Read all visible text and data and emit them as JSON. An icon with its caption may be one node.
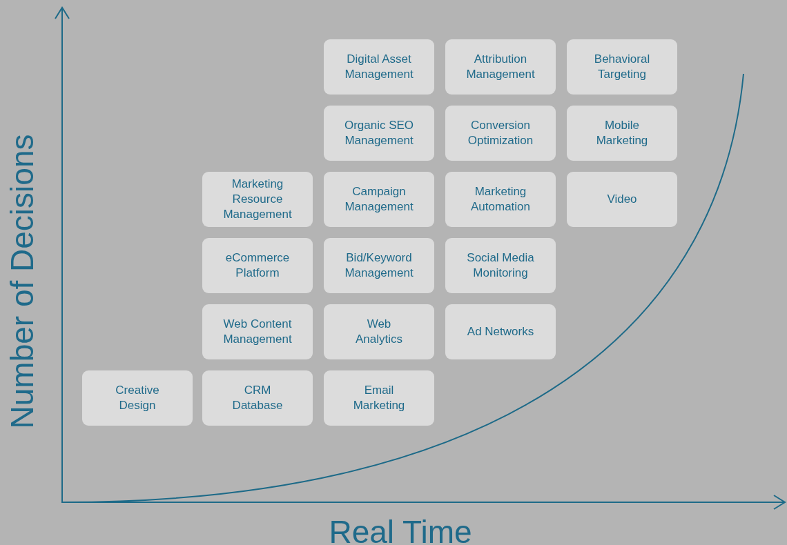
{
  "diagram": {
    "nodes": [
      {
        "text": [
          "Digital Asset Management"
        ]
      },
      {
        "text": [
          "Attribution Management"
        ]
      },
      {
        "text": [
          "Behavioral Targeting"
        ]
      },
      {
        "text": [
          "Organic SEO Management"
        ]
      },
      {
        "text": [
          "Conversion Optimization"
        ]
      },
      {
        "text": [
          "Mobile Marketing"
        ]
      },
      {
        "text": [
          "Marketing Resource Management"
        ]
      },
      {
        "text": [
          "Campaign Management"
        ]
      },
      {
        "text": [
          "Marketing Automation"
        ]
      },
      {
        "text": [
          "Video"
        ]
      },
      {
        "text": [
          "eCommerce Platform"
        ]
      },
      {
        "text": [
          "Bid/Keyword Management"
        ]
      },
      {
        "text": [
          "Social Media Monitoring"
        ]
      },
      {
        "text": [
          "Web Content Management"
        ]
      },
      {
        "text": [
          "Web Analytics"
        ]
      },
      {
        "text": [
          "Ad Networks"
        ]
      },
      {
        "text": [
          "Creative Design"
        ]
      },
      {
        "text": [
          "CRM Database"
        ]
      },
      {
        "text": [
          "Email Marketing"
        ]
      }
    ],
    "edges": [],
    "labels": [
      "Number of Decisions",
      "Real Time"
    ]
  }
}
